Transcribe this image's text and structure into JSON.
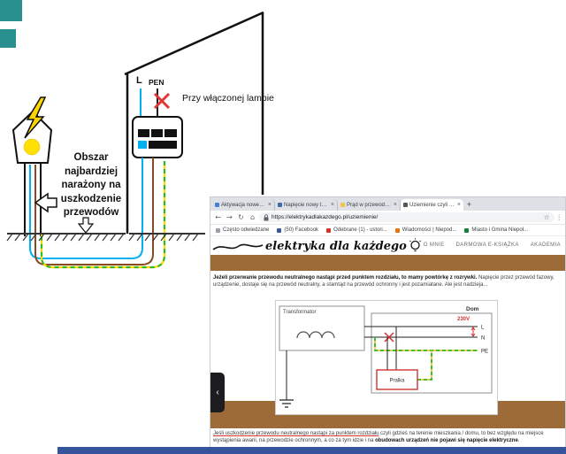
{
  "decor": {
    "teal": "#2a8f8f",
    "taskbar_color": "#35549b"
  },
  "hand_diagram": {
    "label_l": "L",
    "label_pen": "PEN",
    "lamp_note": "Przy włączonej lampie",
    "area_note": "Obszar\nnajbardziej\nnarażony na\nuszkodzenie\nprzewodów",
    "colors": {
      "neutral_wire": "#00b0f0",
      "phase_wire": "#8a4a22",
      "pe_green": "#2db82d",
      "pe_yellow": "#ffd800",
      "fault_red": "#e23535",
      "bolt_yellow": "#ffd500",
      "bulb_yellow": "#ffe000"
    }
  },
  "browser": {
    "close_glyph": "×",
    "new_tab_button": "+",
    "tabs": [
      {
        "title": "Aktywacja nowego konta - Wi",
        "favicon": "#4a7fd4"
      },
      {
        "title": "Napięcie nowy temat - elektryka",
        "favicon": "#3b6ea5"
      },
      {
        "title": "Prąd w przewodzie neutralnym",
        "favicon": "#f2c14e"
      },
      {
        "title": "Uziemienie czyli o elektryka ho",
        "favicon": "#555555"
      }
    ],
    "toolbar": {
      "back": "←",
      "forward": "→",
      "reload": "↻",
      "home": "⌂",
      "url": "https://elektrykadlakazdego.pl/uziemienie/",
      "star": "☆",
      "menu": "⋮"
    },
    "bookmarks": [
      {
        "label": "Często odwiedzane",
        "color": "#9aa0a6"
      },
      {
        "label": "(50) Facebook",
        "color": "#3b5998"
      },
      {
        "label": "Odebrane (1) - ustori...",
        "color": "#d93025"
      },
      {
        "label": "Wiadomości | Niepod...",
        "color": "#e8710a"
      },
      {
        "label": "Miasto i Gmina Niepoł...",
        "color": "#188038"
      }
    ]
  },
  "site": {
    "logo_text": "elektryka dla każdego",
    "band_color": "#9c6b38",
    "nav": [
      {
        "label": "O MNIE"
      },
      {
        "label": "DARMOWA E-KSIĄŻKA"
      },
      {
        "label": "AKADEMIA"
      }
    ],
    "para1_bold": "Jeżeli przerwanie przewodu neutralnego nastąpi przed punktem rozdziału, to mamy powtórkę z rozrywki.",
    "para1_rest": " Napięcie przez przewód fazowy, urządzenie, dostaje się na przewód neutralny, a stamtąd na przewód ochronny i jest pozamiatane. Ale jest nadzieja...",
    "para2_underline": "Jeśli uszkodzenie przewodu neutralnego nastąpi za punktem rozdziału",
    "para2_mid": " czyli gdzieś na terenie mieszkania / domu, to bez względu na miejsce wystąpienia awarii, na przewodzie ochronnym, a co za tym idzie i na ",
    "para2_bold": "obudowach urządzeń nie pojawi się napięcie elektryczne",
    "para2_end": ".",
    "panel_handle": "‹",
    "schematic": {
      "transformer": "Transformator",
      "house": "Dom",
      "voltage": "230V",
      "wire_l": "L",
      "wire_n": "N",
      "wire_pe": "PE",
      "appliance": "Pralka",
      "colors": {
        "pe_green": "#2db82d",
        "pe_yellow": "#e8c83a",
        "fault_red": "#d62f2f"
      }
    }
  }
}
